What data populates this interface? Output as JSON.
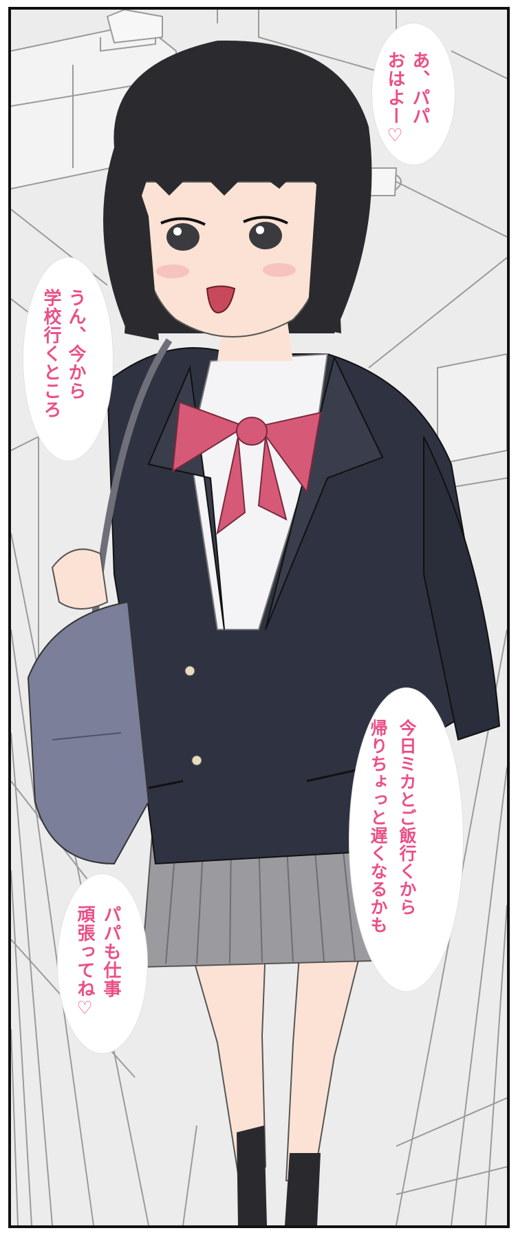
{
  "colors": {
    "speech_text": "#ea4f86",
    "bubble_fill": "#ffffff",
    "panel_border": "#111111",
    "background_lineart": "#9a9a9a",
    "hair": "#2b2b2f",
    "blazer": "#2f3240",
    "bow": "#d65a78",
    "skirt": "#9b9b9f",
    "bag": "#7b7f99",
    "skin": "#fbe2d4"
  },
  "speech_bubbles": [
    {
      "lines": [
        "あ、パパ",
        "おはよー♡"
      ]
    },
    {
      "lines": [
        "うん、今から",
        "学校行くところ"
      ]
    },
    {
      "lines": [
        "今日ミカとご飯行くから",
        "帰りちょっと遅くなるかも"
      ]
    },
    {
      "lines": [
        "パパも仕事",
        "頑張ってね♡"
      ]
    }
  ]
}
